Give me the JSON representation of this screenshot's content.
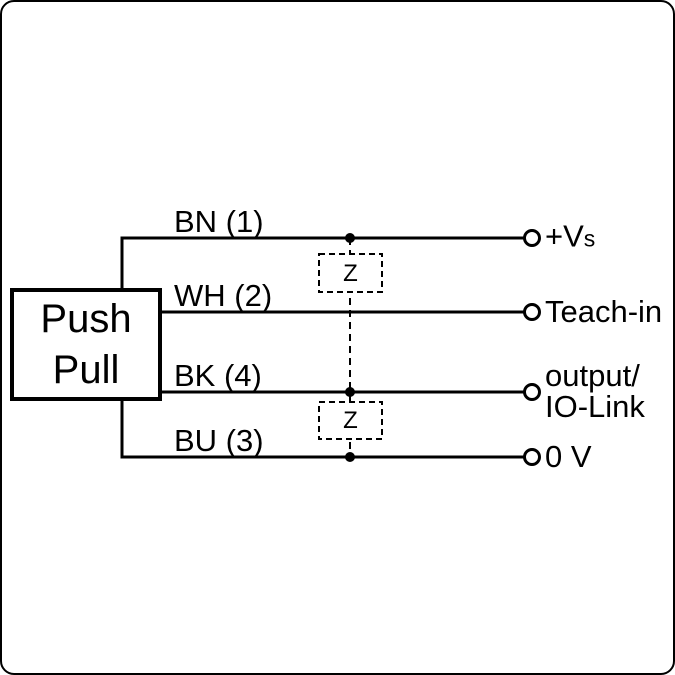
{
  "device": {
    "label_line1": "Push",
    "label_line2": "Pull"
  },
  "wires": [
    {
      "label": "BN (1)"
    },
    {
      "label": "WH (2)"
    },
    {
      "label": "BK (4)"
    },
    {
      "label": "BU (3)"
    }
  ],
  "terminals": [
    {
      "label": "+V",
      "label_sub": "s"
    },
    {
      "label": "Teach-in"
    },
    {
      "label": "output/",
      "label_line2": "IO-Link"
    },
    {
      "label": "0 V"
    }
  ],
  "suppressors": [
    {
      "label": "Z"
    },
    {
      "label": "Z"
    }
  ],
  "colors": {
    "stroke": "#000000",
    "background": "#ffffff"
  }
}
